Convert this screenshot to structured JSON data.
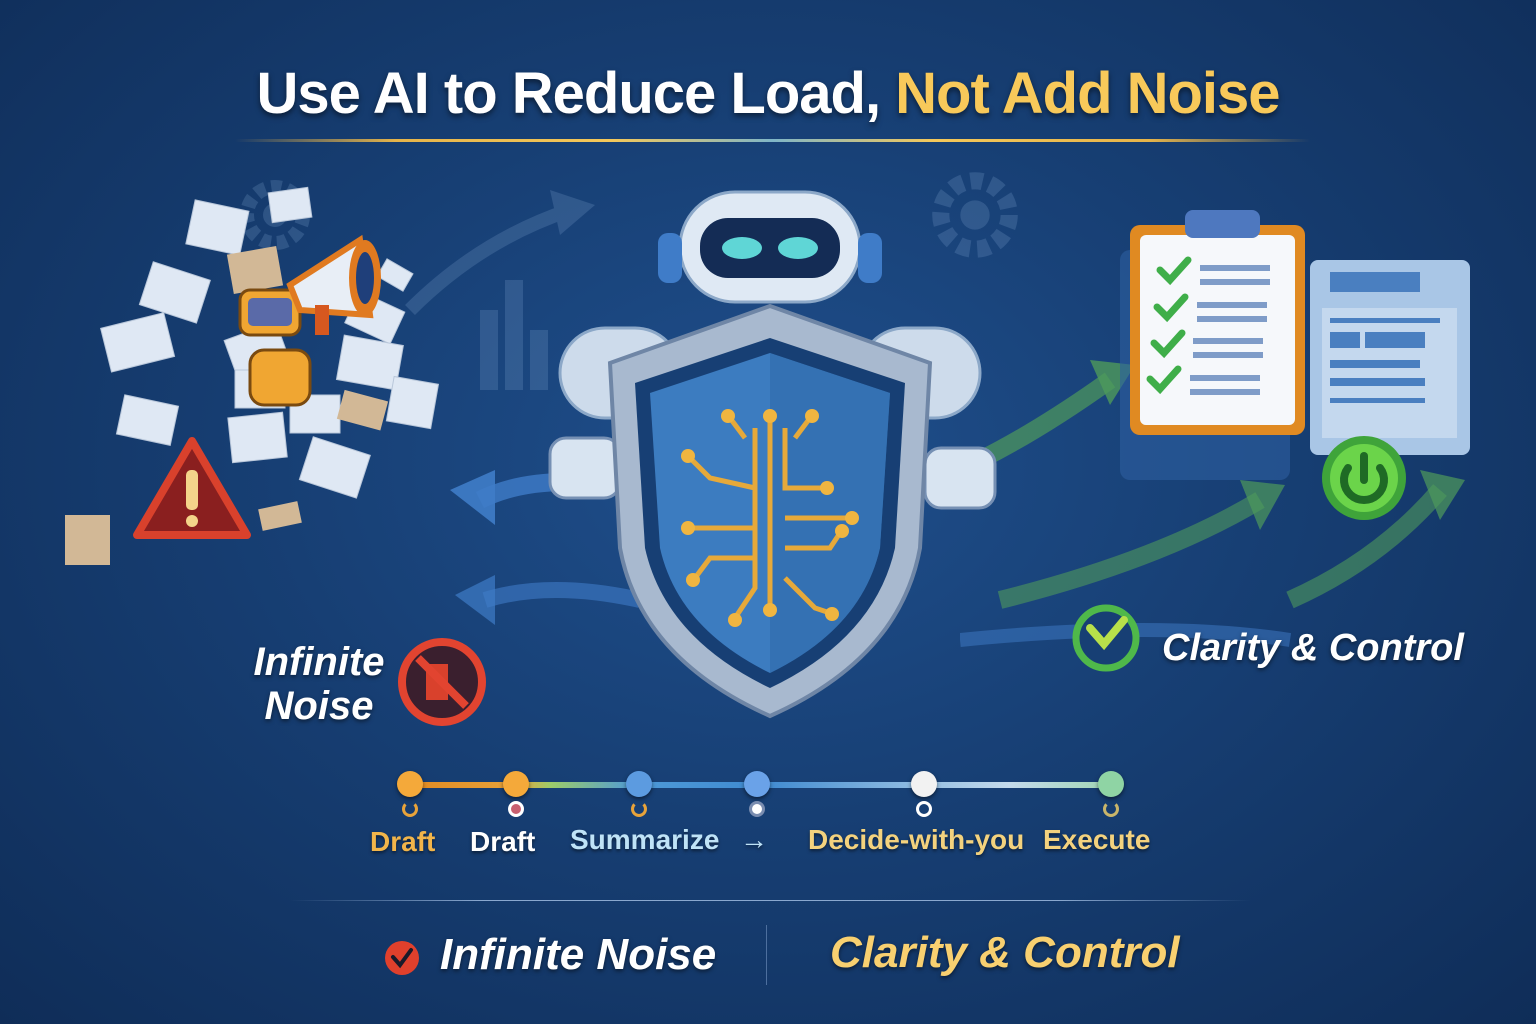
{
  "title": {
    "part1": "Use AI to Reduce Load, ",
    "part2": "Not Add Noise"
  },
  "left_panel": {
    "label_line1": "Infinite",
    "label_line2": "Noise",
    "icons": [
      "megaphone-icon",
      "warning-icon",
      "no-entry-icon",
      "paper-icon"
    ]
  },
  "center": {
    "icons": [
      "robot-icon",
      "shield-icon",
      "circuit-brain-icon"
    ]
  },
  "right_panel": {
    "label": "Clarity & Control",
    "icons": [
      "checkmark-circle-icon",
      "clipboard-checklist-icon",
      "document-icon",
      "power-icon"
    ]
  },
  "timeline": {
    "steps": [
      {
        "label": "Draft",
        "color": "#f2b54a",
        "dot": "#f4a93a"
      },
      {
        "label": "Draft",
        "color": "#ffffff",
        "dot": "#f4a93a"
      },
      {
        "label": "Summarize",
        "color": "#bfe3f7",
        "dot": "#5c9be0"
      },
      {
        "label": "Decide-with-you",
        "color": "#f3d27e",
        "dot": "#6aa2e8"
      },
      {
        "label": "Execute",
        "color": "#f3d27e",
        "dot": "#8fd4a4"
      }
    ],
    "arrow": "→",
    "white_dot": "#f2f2f2"
  },
  "footer": {
    "left": "Infinite Noise",
    "right": "Clarity & Control"
  },
  "colors": {
    "accent_gold": "#f8c95a",
    "alert_red": "#d9412c",
    "ok_green": "#4fb84a",
    "bg_navy": "#173f74"
  }
}
